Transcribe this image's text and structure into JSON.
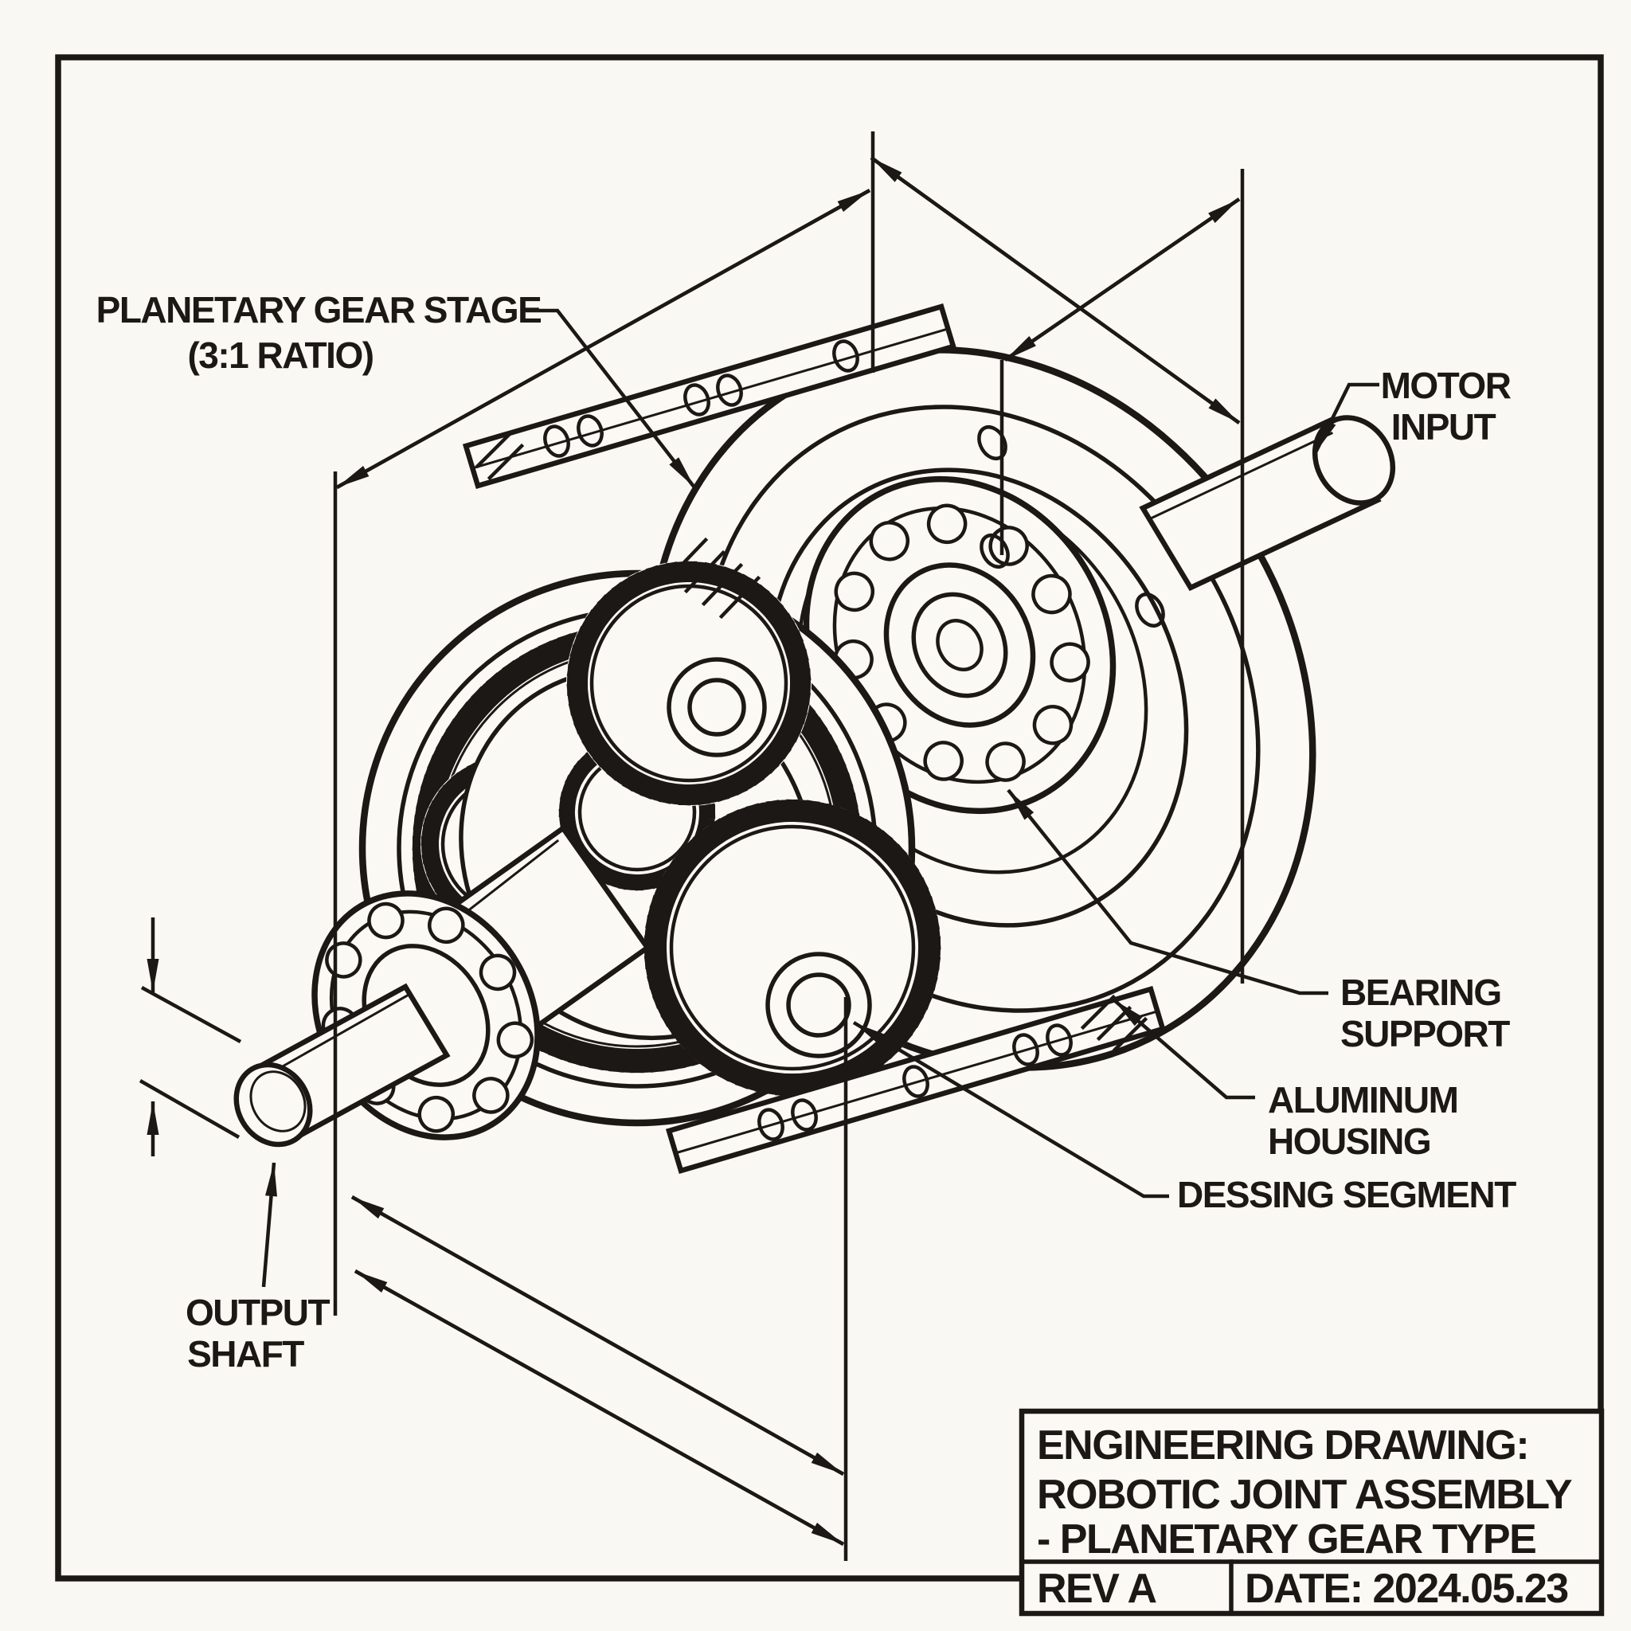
{
  "page": {
    "background": "#faf8f2",
    "ink": "#1b1815"
  },
  "drawing": {
    "callouts": {
      "planetary_gear_stage": {
        "line1": "PLANETARY GEAR STAGE",
        "line2": "(3:1 RATIO)"
      },
      "motor_input": {
        "line1": "MOTOR",
        "line2": "INPUT"
      },
      "bearing_support": {
        "line1": "BEARING",
        "line2": "SUPPORT"
      },
      "aluminum_housing": {
        "line1": "ALUMINUM",
        "line2": "HOUSING"
      },
      "dessing_segment": {
        "line1": "DESSING SEGMENT"
      },
      "output_shaft": {
        "line1": "OUTPUT",
        "line2": "SHAFT"
      }
    }
  },
  "title_block": {
    "title_line1": "ENGINEERING DRAWING:",
    "title_line2": "ROBOTIC JOINT ASSEMBLY",
    "title_line3": "- PLANETARY GEAR TYPE",
    "revision": "REV A",
    "date": "DATE: 2024.05.23"
  }
}
